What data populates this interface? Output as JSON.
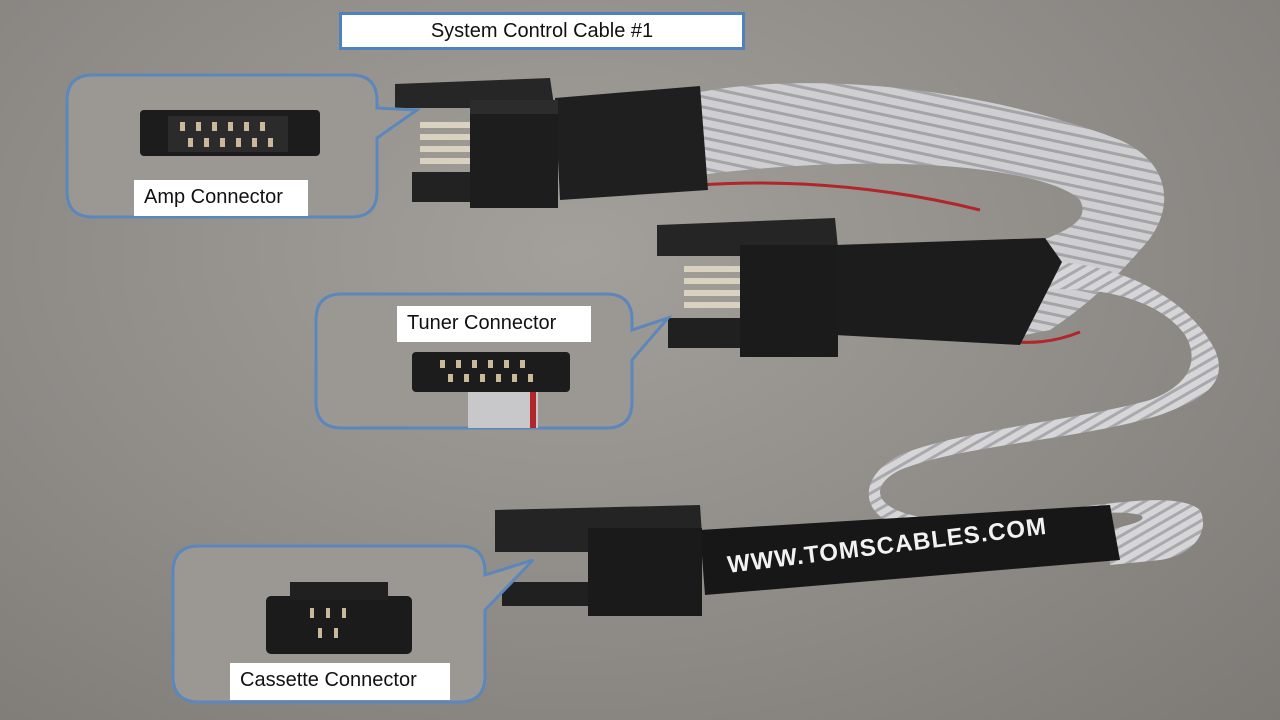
{
  "title": "System Control Cable #1",
  "callouts": {
    "amp": "Amp Connector",
    "tuner": "Tuner Connector",
    "cassette": "Cassette Connector"
  },
  "cable_print": "WWW.TOMSCABLES.COM",
  "colors": {
    "callout_border": "#4f81bd",
    "connector": "#1d1d1d",
    "ribbon": "#c9c9cc",
    "background": "#969390"
  }
}
